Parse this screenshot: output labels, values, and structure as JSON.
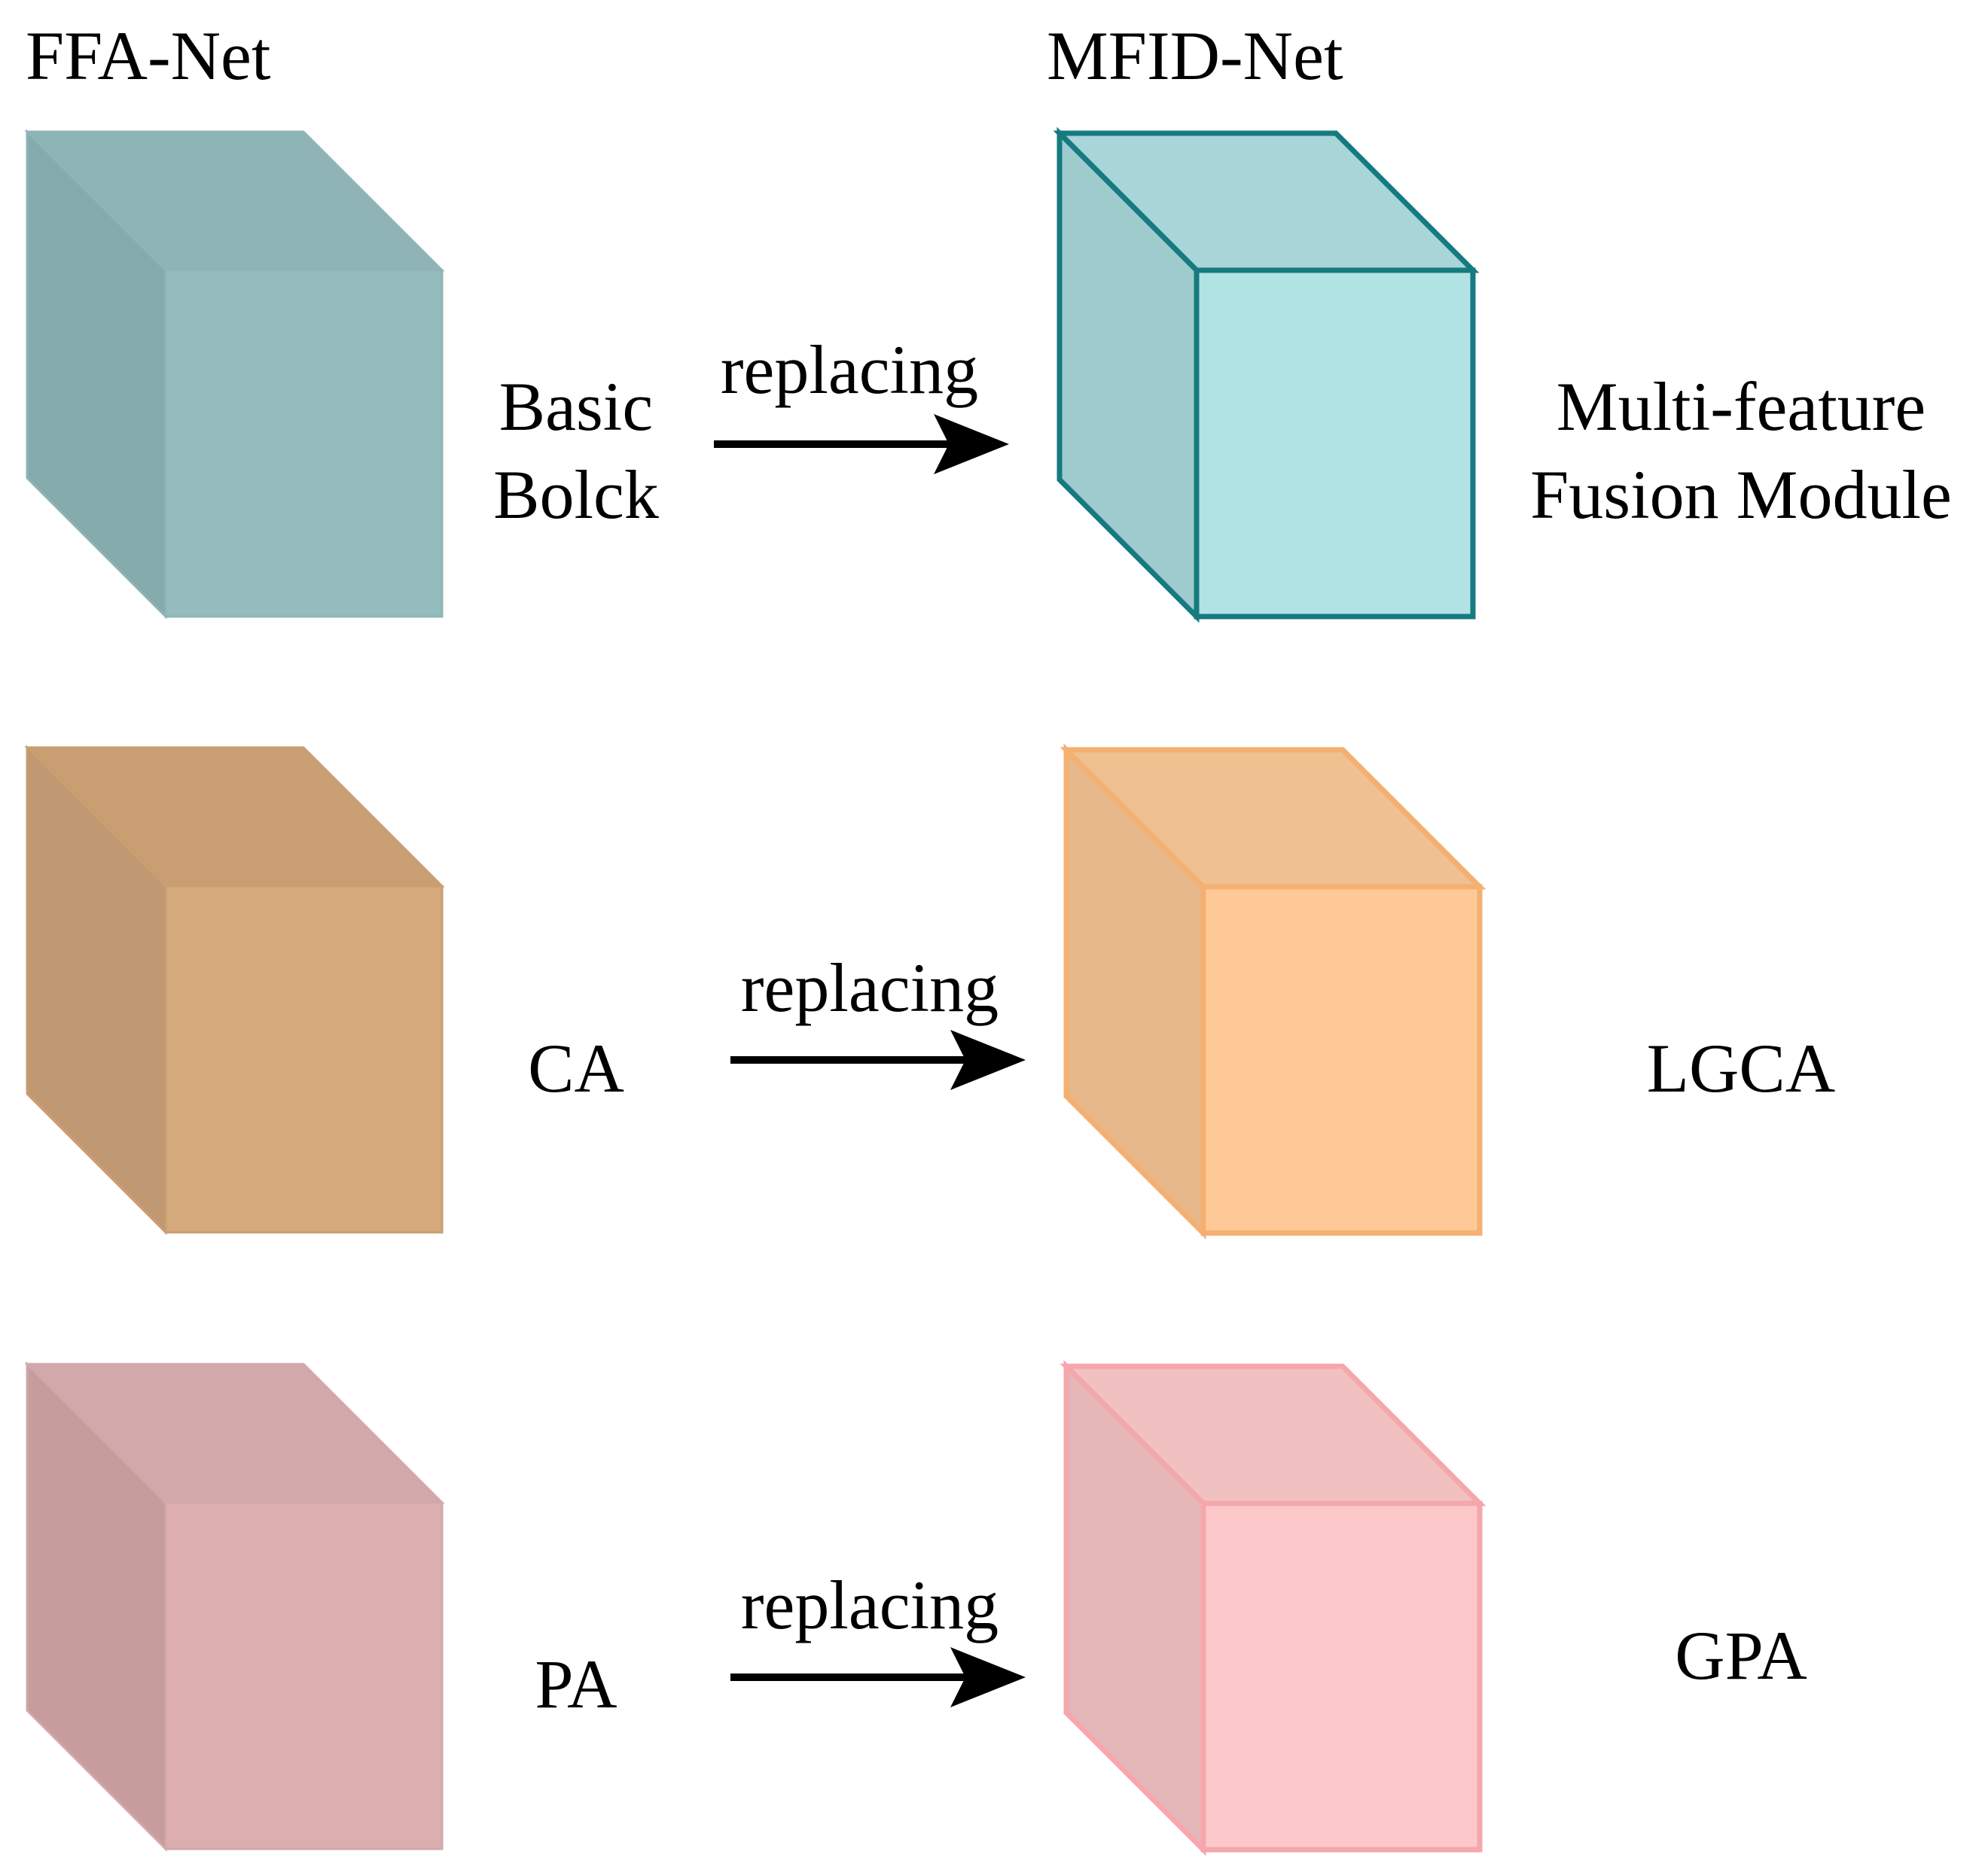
{
  "headers": {
    "left": "FFA-Net",
    "right": "MFID-Net"
  },
  "rows": [
    {
      "left_label_lines": [
        "Basic",
        "Bolck"
      ],
      "arrow_label": "replacing",
      "right_label_lines": [
        "Multi-feature",
        "Fusion Module"
      ],
      "left_colors": {
        "top": "#8fb4b6",
        "side": "#84aaac",
        "front": "#95bcbd",
        "edge": "#8fb4b6"
      },
      "right_colors": {
        "top": "#a7d5d8",
        "side": "#9ecbce",
        "front": "#b1e3e4",
        "edge": "#167a80"
      }
    },
    {
      "left_label_lines": [
        "CA"
      ],
      "arrow_label": "replacing",
      "right_label_lines": [
        "LGCA"
      ],
      "left_colors": {
        "top": "#c99e73",
        "side": "#c09872",
        "front": "#d4aa7d",
        "edge": "#c99e73"
      },
      "right_colors": {
        "top": "#f0c190",
        "side": "#e6b88a",
        "front": "#fec997",
        "edge": "#f4b070"
      }
    },
    {
      "left_label_lines": [
        "PA"
      ],
      "arrow_label": "replacing",
      "right_label_lines": [
        "GPA"
      ],
      "left_colors": {
        "top": "#d2a8aa",
        "side": "#c69c9d",
        "front": "#ddaeaf",
        "edge": "#d2a8aa"
      },
      "right_colors": {
        "top": "#f1c1c2",
        "side": "#e6b7b9",
        "front": "#fdc8c9",
        "edge": "#f5a7ab"
      }
    }
  ]
}
